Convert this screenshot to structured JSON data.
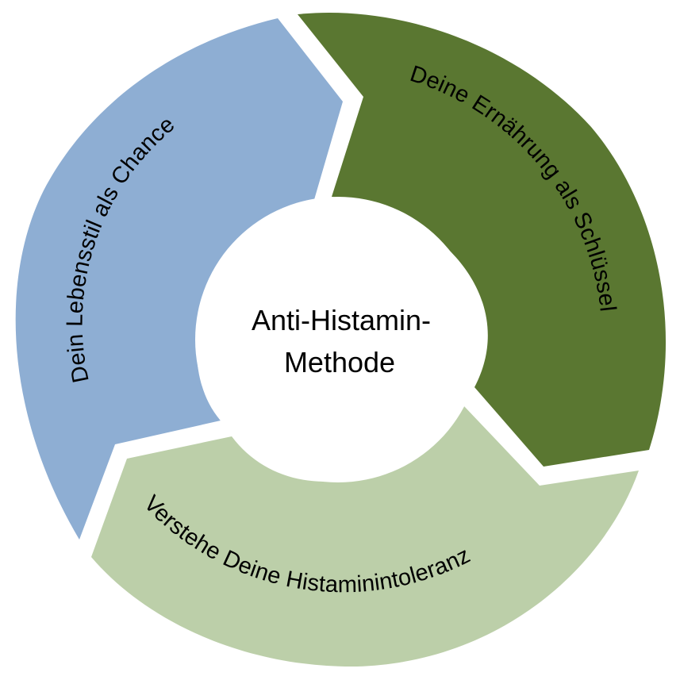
{
  "center": {
    "line1": "Anti-Histamin-",
    "line2": "Methode"
  },
  "segments": [
    {
      "label": "Dein  Lebensstil als Chance",
      "color": "#8eaed3"
    },
    {
      "label": "Deine Ernährung als Schlüssel",
      "color": "#5a7731"
    },
    {
      "label": "Verstehe Deine Histaminintoleranz",
      "color": "#bccfa9"
    }
  ]
}
